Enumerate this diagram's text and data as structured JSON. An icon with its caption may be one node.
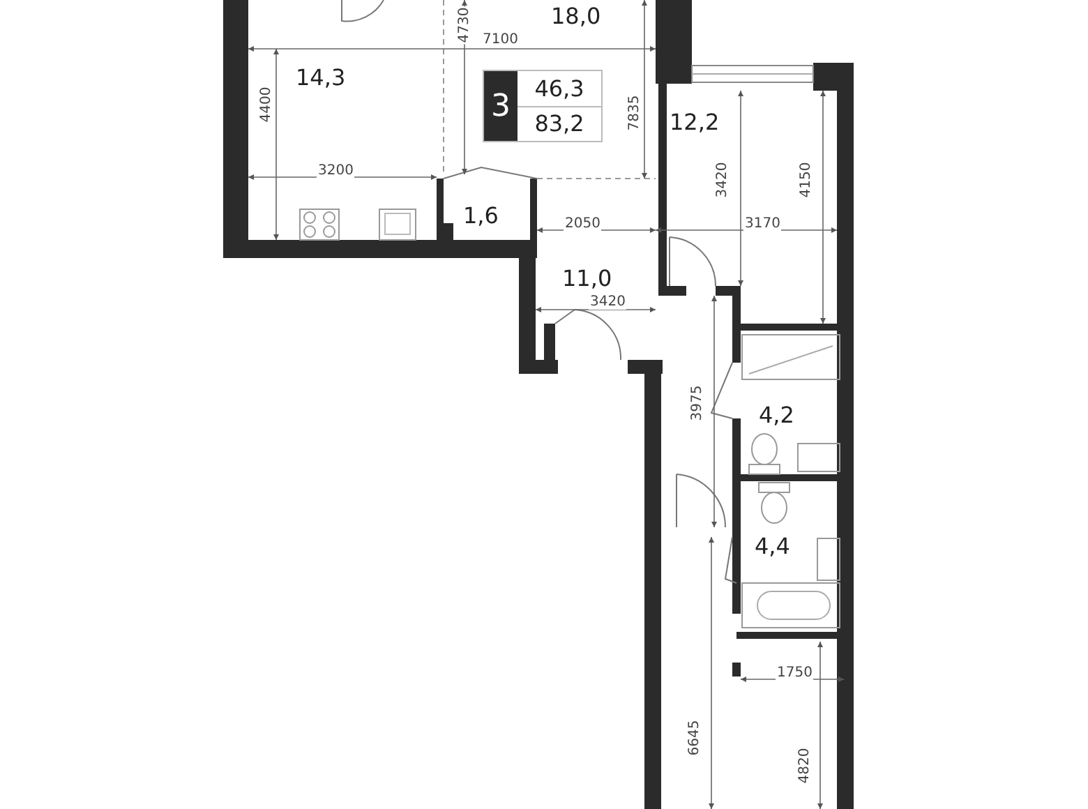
{
  "diagram": {
    "nodes": [
      {
        "text": [
          "3",
          "46,3",
          "83,2"
        ]
      }
    ],
    "edges": [],
    "labels": [
      "18,0",
      "4730",
      "7100",
      "14,3",
      "4400",
      "7835",
      "12,2",
      "3420",
      "4150",
      "3200",
      "1,6",
      "2050",
      "3170",
      "11,0",
      "3420",
      "3975",
      "4,2",
      "4,4",
      "1750",
      "6645",
      "4820"
    ]
  }
}
